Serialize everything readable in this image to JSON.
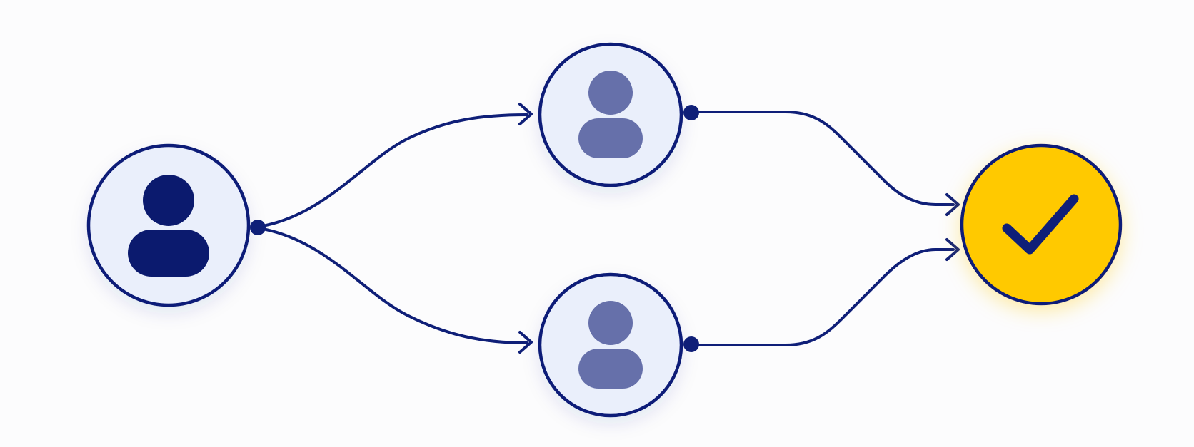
{
  "diagram": {
    "type": "flow",
    "colors": {
      "background": "#fcfcfd",
      "stroke": "#0f1f78",
      "node_fill": "#eaeffb",
      "source_person": "#0b1a6e",
      "branch_person": "#6670aa",
      "check_fill": "#ffc906",
      "check_mark": "#0f1f78"
    },
    "nodes": [
      {
        "id": "source",
        "icon": "person-icon",
        "emphasis": "primary"
      },
      {
        "id": "branch-top",
        "icon": "person-icon",
        "emphasis": "muted"
      },
      {
        "id": "branch-bottom",
        "icon": "person-icon",
        "emphasis": "muted"
      },
      {
        "id": "approval",
        "icon": "checkmark-icon",
        "emphasis": "highlight"
      }
    ],
    "edges": [
      {
        "from": "source",
        "to": "branch-top"
      },
      {
        "from": "source",
        "to": "branch-bottom"
      },
      {
        "from": "branch-top",
        "to": "approval"
      },
      {
        "from": "branch-bottom",
        "to": "approval"
      }
    ]
  }
}
